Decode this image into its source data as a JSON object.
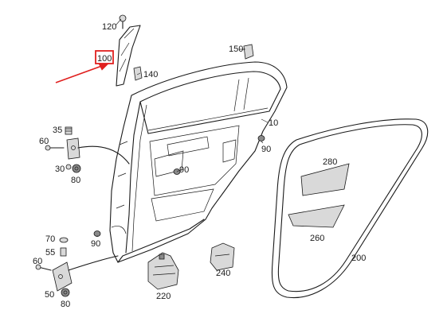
{
  "diagram": {
    "callouts": {
      "c100": "100",
      "c120": "120",
      "c140": "140",
      "c150": "150",
      "c10": "10",
      "c35": "35",
      "c60a": "60",
      "c30": "30",
      "c80a": "80",
      "c90a": "90",
      "c90b": "90",
      "c90c": "90",
      "c70": "70",
      "c55": "55",
      "c60b": "60",
      "c50": "50",
      "c80b": "80",
      "c220": "220",
      "c240": "240",
      "c200": "200",
      "c260": "260",
      "c280": "280"
    },
    "highlight": {
      "callout": "100",
      "color": "#e0201f"
    },
    "line_color": "#1a1a1a"
  }
}
